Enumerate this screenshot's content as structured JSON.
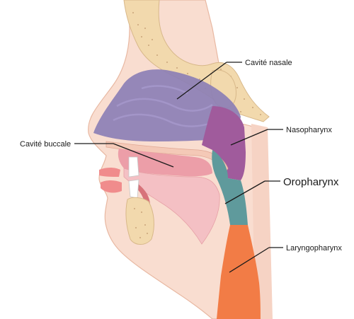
{
  "labels": {
    "nasal_cavity": "Cavité nasale",
    "nasopharynx": "Nasopharynx",
    "oral_cavity": "Cavité buccale",
    "oropharynx": "Oropharynx",
    "laryngopharynx": "Laryngopharynx"
  },
  "colors": {
    "skin": "#f9ddd0",
    "skin_outline": "#e8b8a2",
    "bone": "#f2d9ad",
    "bone_dots": "#c9a57a",
    "nasal_cavity": "#8c7fb5",
    "nasopharynx": "#a05b9c",
    "oral_cavity": "#ec9ea8",
    "tongue": "#f4c0c4",
    "oropharynx": "#5f9a9c",
    "laryngopharynx": "#f27c46",
    "lips": "#f08c8c",
    "tooth": "#ffffff",
    "line": "#1a1a1a"
  }
}
